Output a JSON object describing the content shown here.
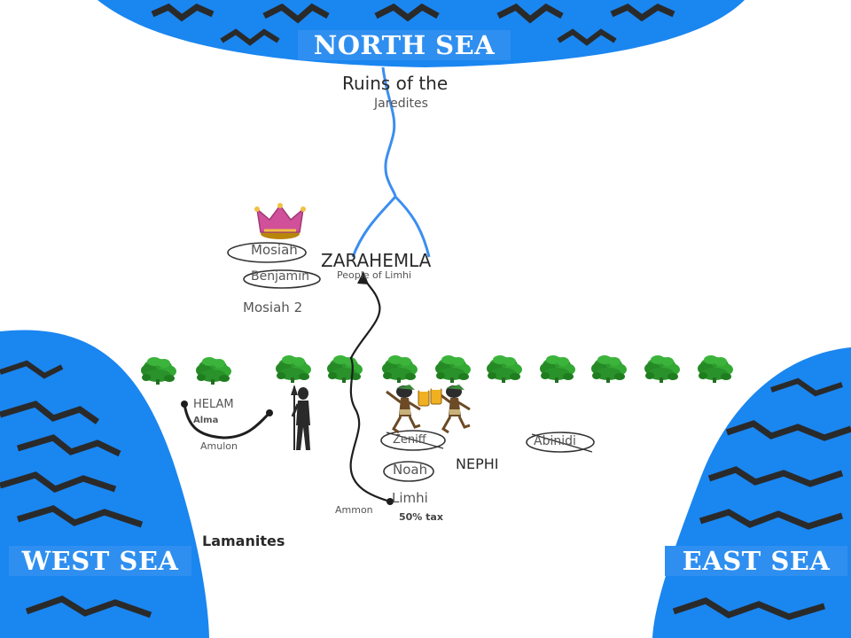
{
  "seas": {
    "north": "NORTH SEA",
    "west": "WEST SEA",
    "east": "EAST SEA"
  },
  "places": {
    "ruins_line1": "Ruins of the",
    "ruins_line2": "Jaredites",
    "zarahemla": "ZARAHEMLA",
    "people_of_limhi": "People of Limhi",
    "helam": "HELAM",
    "amulon": "Amulon",
    "nephi": "NEPHI",
    "ammon": "Ammon",
    "lamanites": "Lamanites"
  },
  "people": {
    "mosiah": "Mosiah",
    "benjamin": "Benjamin",
    "mosiah2": "Mosiah 2",
    "alma": "Alma",
    "zeniff": "Zeniff",
    "noah": "Noah",
    "abinidi": "Abinidi",
    "limhi": "Limhi",
    "tax": "50% tax"
  },
  "colors": {
    "sea": "#1a86f0",
    "banner": "#2f8ff0",
    "river": "#3b8ef0",
    "trees": "#2e9a2e",
    "crown": "#d0509a"
  },
  "icons": [
    "crown-icon",
    "tree-icon",
    "warrior-icon",
    "beer-mugs-icon",
    "dancer-icon"
  ]
}
